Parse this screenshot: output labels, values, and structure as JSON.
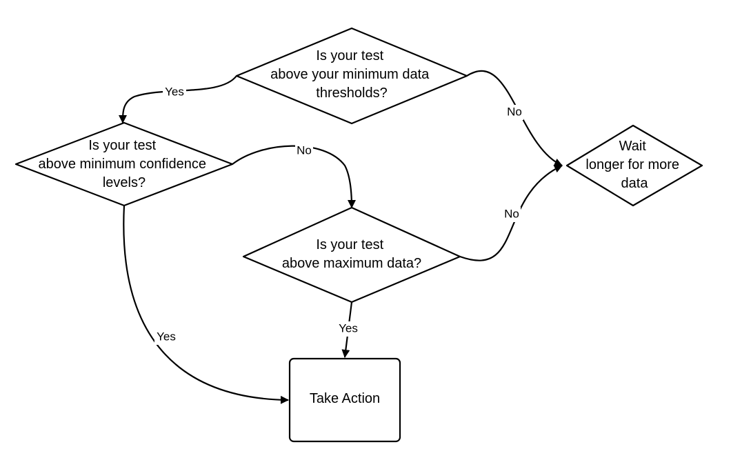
{
  "nodes": {
    "min_data": {
      "lines": [
        "Is your test",
        "above your minimum data",
        "thresholds?"
      ]
    },
    "min_conf": {
      "lines": [
        "Is your test",
        "above minimum confidence",
        "levels?"
      ]
    },
    "wait": {
      "lines": [
        "Wait",
        "longer for more",
        "data"
      ]
    },
    "max_data": {
      "lines": [
        "Is your test",
        "above maximum data?"
      ]
    },
    "action": {
      "lines": [
        "Take Action"
      ]
    }
  },
  "edges": {
    "min_data_yes": "Yes",
    "min_data_no": "No",
    "min_conf_no": "No",
    "min_conf_yes": "Yes",
    "max_data_no": "No",
    "max_data_yes": "Yes"
  }
}
